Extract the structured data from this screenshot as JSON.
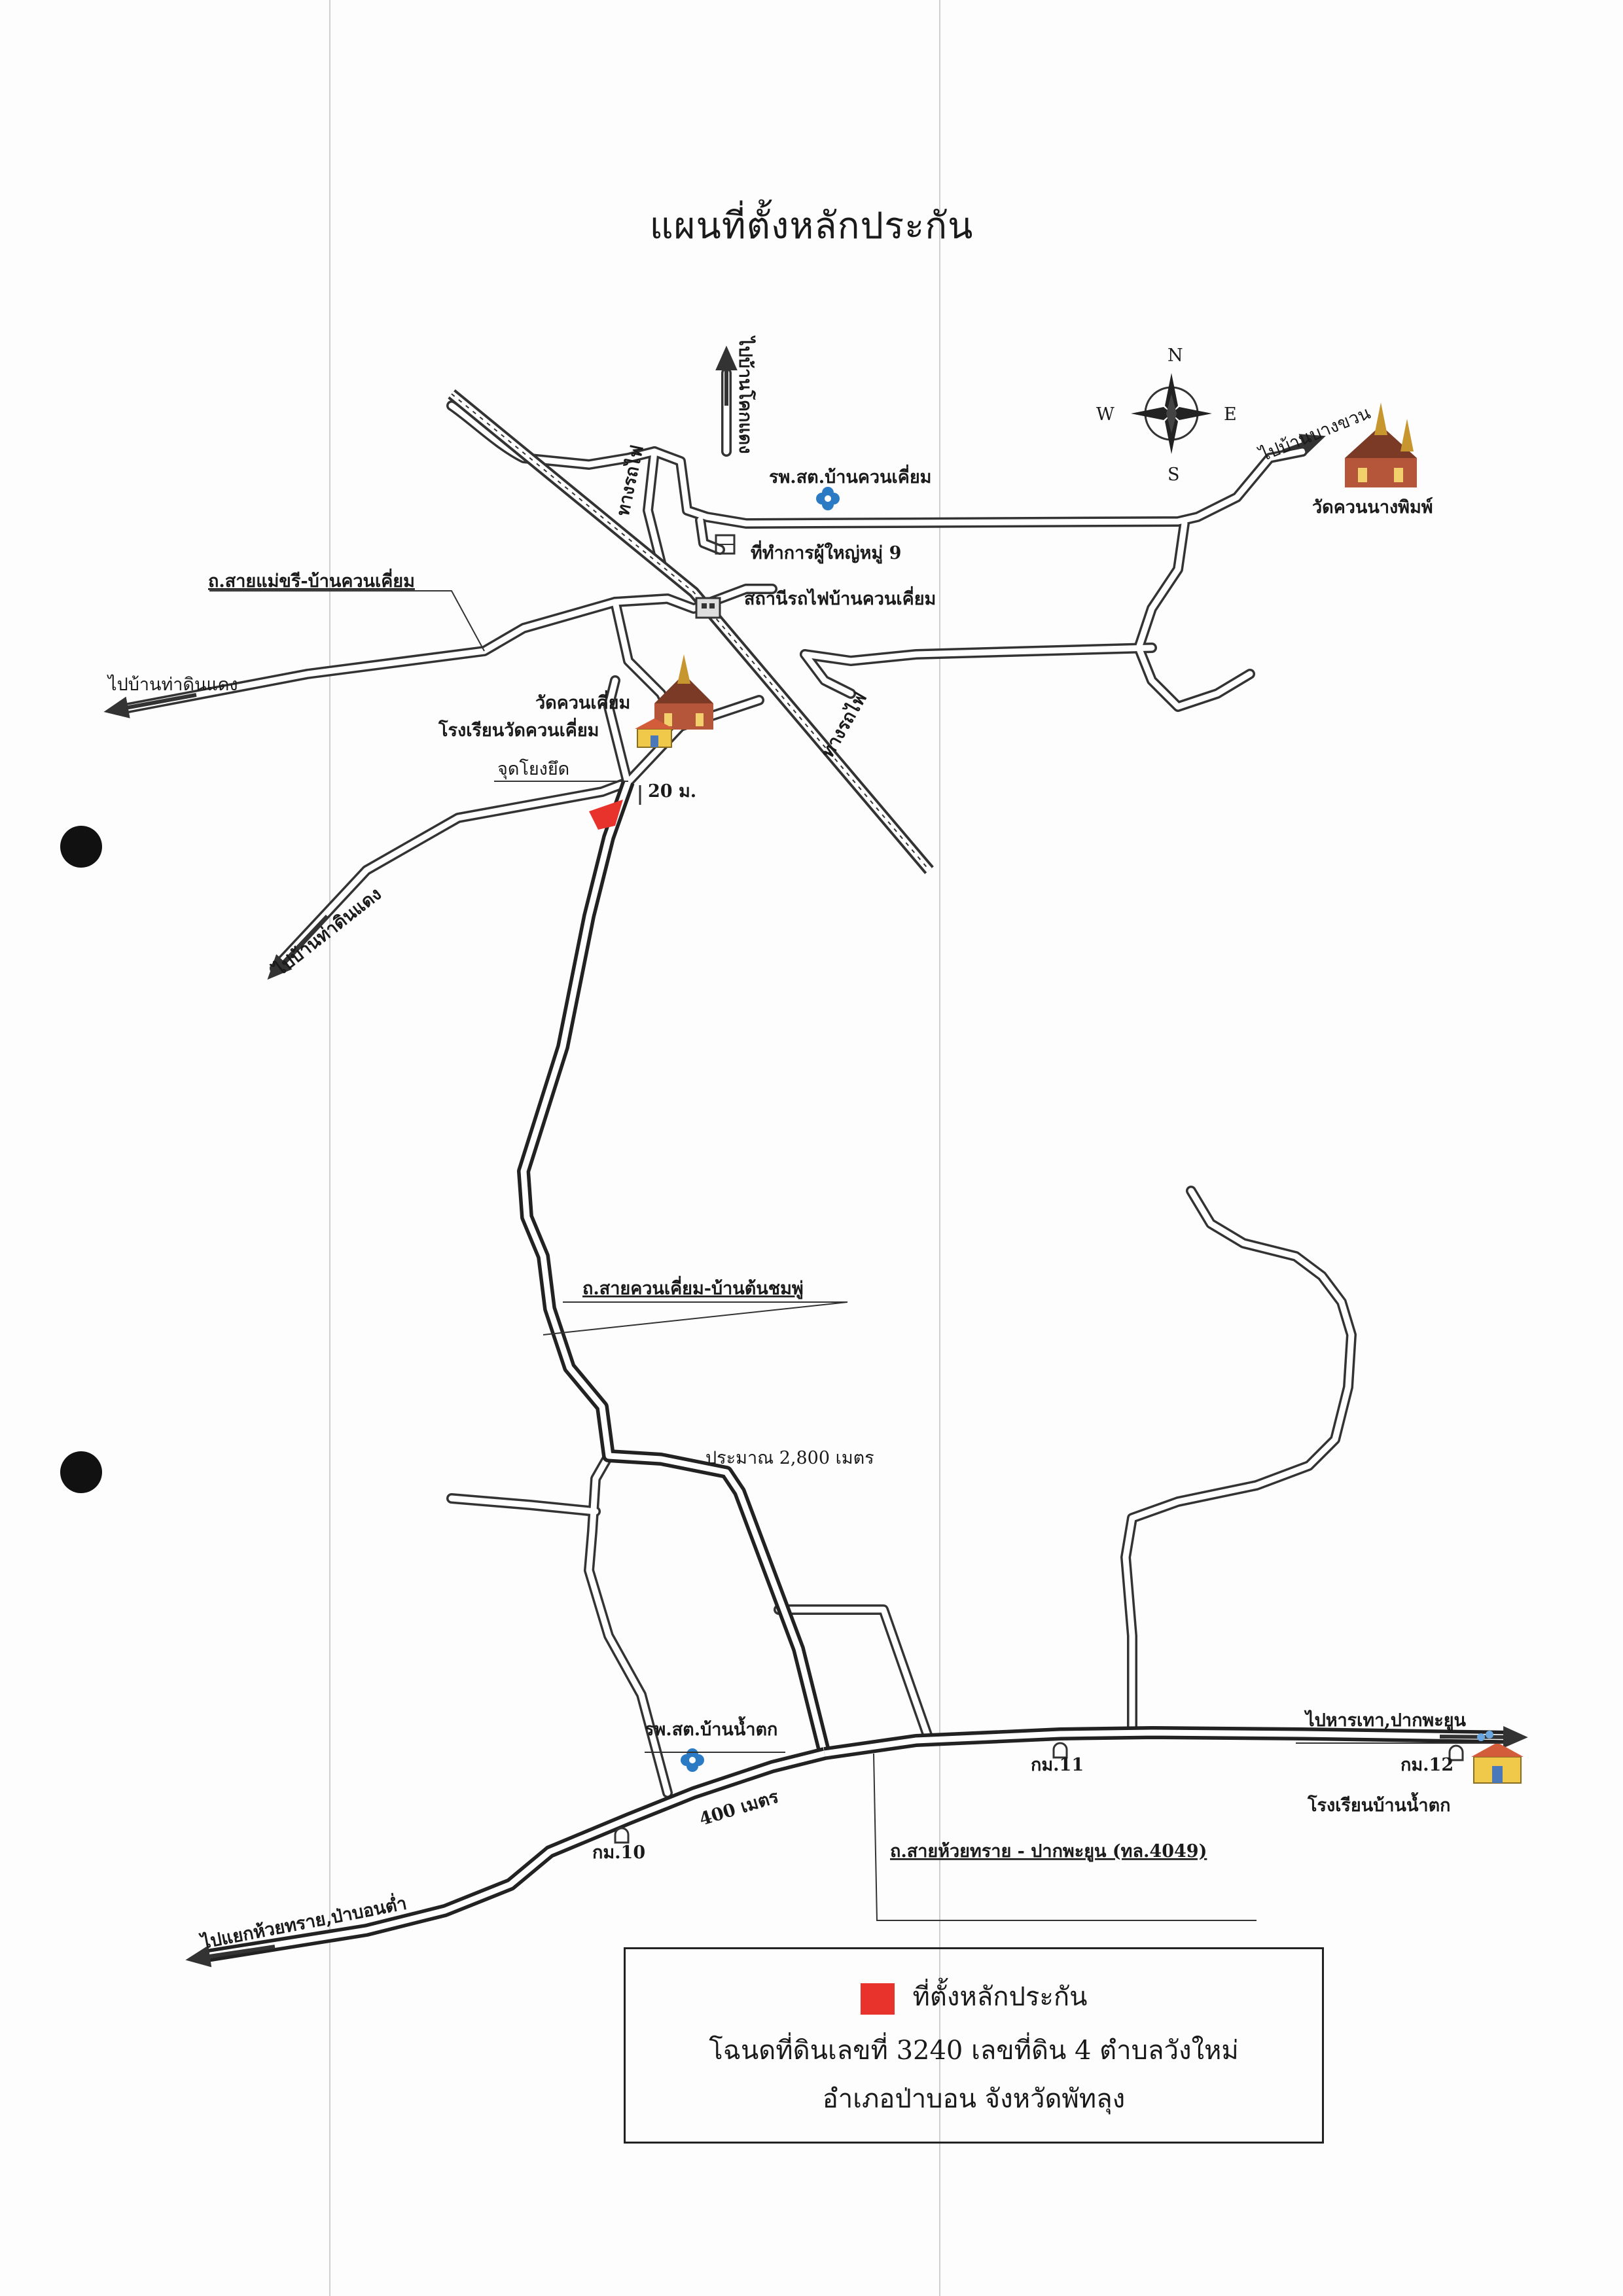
{
  "title": "แผนที่ตั้งหลักประกัน",
  "compass": {
    "n": "N",
    "s": "S",
    "e": "E",
    "w": "W"
  },
  "labels": {
    "to_ban_kho_kaeng": "ไปบ้านโคกแดง",
    "health_quan_kiam": "รพ.สต.บ้านควนเคี่ยม",
    "village_head_office": "ที่ทำการผู้ใหญ่หมู่ 9",
    "station": "สถานีรถไฟบ้านควนเคี่ยม",
    "road_maekhri": "ถ.สายแม่ขรี-บ้านควนเคี่ยม",
    "to_ban_tha_din_daeng_w": "ไปบ้านท่าดินแดง",
    "wat_quan_kiam": "วัดควนเคี่ยม",
    "school_wat_quan_kiam": "โรงเรียนวัดควนเคี่ยม",
    "ref_point": "จุดโยงยึด",
    "dist_20m": "20 ม.",
    "to_ban_tha_din_daeng_sw": "ไปบ้านท่าดินแดง",
    "railway_1": "ทางรถไฟ",
    "railway_2": "ทางรถไฟ",
    "to_ban_bang_khwan": "ไปบ้านบางขวน",
    "wat_quan_nang_phim": "วัดควนนางพิมพ์",
    "road_quan_kiam_ton_chomphu": "ถ.สายควนเคี่ยม-บ้านต้นชมพู่",
    "approx_2800": "ประมาณ 2,800 เมตร",
    "health_nam_tok": "รพ.สต.บ้านน้ำตก",
    "to_harn_thao": "ไปหารเทา,ปากพะยูน",
    "km11": "กม.11",
    "km12": "กม.12",
    "km10": "กม.10",
    "dist_400": "400 เมตร",
    "school_nam_tok": "โรงเรียนบ้านน้ำตก",
    "road_4049": "ถ.สายห้วยทราย - ปากพะยูน (ทล.4049)",
    "to_huai_sai": "ไปแยกห้วยทราย,ป่าบอนต่ำ"
  },
  "legend": {
    "marker_label": "ที่ตั้งหลักประกัน",
    "line2": "โฉนดที่ดินเลขที่ 3240 เลขที่ดิน  4   ตำบลวังใหม่",
    "line3": "อำเภอป่าบอน  จังหวัดพัทลุง",
    "marker_color": "#e8332d"
  },
  "colors": {
    "road": "#333333",
    "rail": "#333333",
    "health_cross": "#2b7bc4",
    "collateral": "#e8332d"
  }
}
